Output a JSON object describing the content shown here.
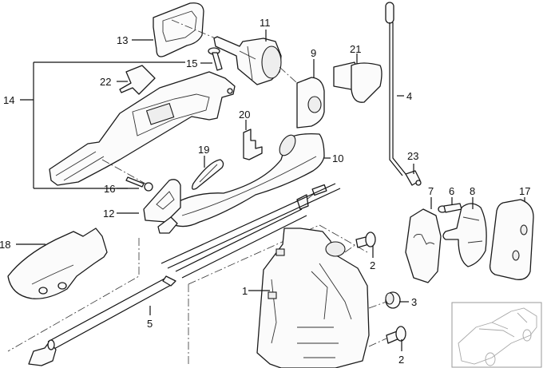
{
  "diagram": {
    "title": "Door handle and lock assembly — exploded parts view",
    "callouts": [
      {
        "id": "c1",
        "label": "1"
      },
      {
        "id": "c2a",
        "label": "2"
      },
      {
        "id": "c2b",
        "label": "2"
      },
      {
        "id": "c3",
        "label": "3"
      },
      {
        "id": "c4",
        "label": "4"
      },
      {
        "id": "c5",
        "label": "5"
      },
      {
        "id": "c6",
        "label": "6"
      },
      {
        "id": "c7",
        "label": "7"
      },
      {
        "id": "c8",
        "label": "8"
      },
      {
        "id": "c9",
        "label": "9"
      },
      {
        "id": "c10",
        "label": "10"
      },
      {
        "id": "c11",
        "label": "11"
      },
      {
        "id": "c12",
        "label": "12"
      },
      {
        "id": "c13",
        "label": "13"
      },
      {
        "id": "c14",
        "label": "14"
      },
      {
        "id": "c15",
        "label": "15"
      },
      {
        "id": "c16",
        "label": "16"
      },
      {
        "id": "c17",
        "label": "17"
      },
      {
        "id": "c18",
        "label": "18"
      },
      {
        "id": "c19",
        "label": "19"
      },
      {
        "id": "c20",
        "label": "20"
      },
      {
        "id": "c21",
        "label": "21"
      },
      {
        "id": "c22",
        "label": "22"
      },
      {
        "id": "c23",
        "label": "23"
      }
    ],
    "parts": [
      {
        "callout": "1",
        "name": "door-lock-actuator"
      },
      {
        "callout": "2",
        "name": "screw"
      },
      {
        "callout": "3",
        "name": "grommet-cap"
      },
      {
        "callout": "4",
        "name": "lock-rod"
      },
      {
        "callout": "5",
        "name": "bowden-cable"
      },
      {
        "callout": "6",
        "name": "striker-screw"
      },
      {
        "callout": "7",
        "name": "striker-gasket"
      },
      {
        "callout": "8",
        "name": "door-striker"
      },
      {
        "callout": "9",
        "name": "lock-cylinder-cover"
      },
      {
        "callout": "10",
        "name": "outside-door-handle"
      },
      {
        "callout": "11",
        "name": "lock-cylinder"
      },
      {
        "callout": "12",
        "name": "handle-gasket"
      },
      {
        "callout": "13",
        "name": "handle-cover-gasket"
      },
      {
        "callout": "14",
        "name": "handle-carrier-assembly"
      },
      {
        "callout": "15",
        "name": "carrier-screw"
      },
      {
        "callout": "16",
        "name": "carrier-screw-rear"
      },
      {
        "callout": "17",
        "name": "striker-cover-plate"
      },
      {
        "callout": "18",
        "name": "inside-handle-housing"
      },
      {
        "callout": "19",
        "name": "spring-clip"
      },
      {
        "callout": "20",
        "name": "retaining-clip"
      },
      {
        "callout": "21",
        "name": "blind-cap"
      },
      {
        "callout": "22",
        "name": "seal-pad"
      },
      {
        "callout": "23",
        "name": "rod-clip"
      }
    ],
    "thumbnail": {
      "name": "vehicle-locator-thumbnail",
      "description": "Sedan outline"
    }
  }
}
